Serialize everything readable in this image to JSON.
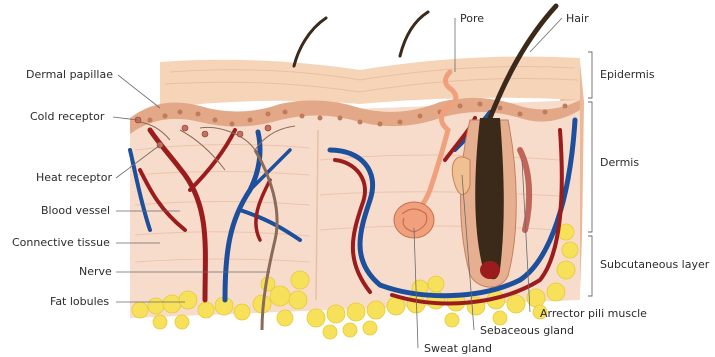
{
  "labels": {
    "dermal_papillae": "Dermal papillae",
    "cold_receptor": "Cold receptor",
    "heat_receptor": "Heat receptor",
    "blood_vessel": "Blood vessel",
    "connective_tissue": "Connective tissue",
    "nerve": "Nerve",
    "fat_lobules": "Fat lobules",
    "pore": "Pore",
    "hair": "Hair",
    "epidermis": "Epidermis",
    "dermis": "Dermis",
    "subcutaneous_layer": "Subcutaneous layer",
    "arrector_pili_muscle": "Arrector pili muscle",
    "sebaceous_gland": "Sebaceous gland",
    "sweat_gland": "Sweat gland"
  },
  "colors": {
    "epidermis": "#f3c8a6",
    "dermis": "#f7dccb",
    "artery": "#9b1c1c",
    "vein": "#1d4f9c",
    "fat": "#f7e15a",
    "hair": "#3b2a1a",
    "nerve": "#8a6a58",
    "sweat_gland": "#f0a07c"
  }
}
